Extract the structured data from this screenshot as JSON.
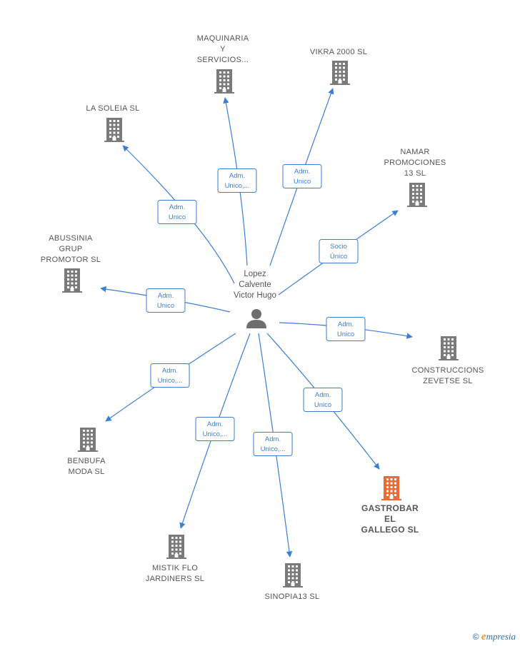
{
  "colors": {
    "edge": "#3a7fd5",
    "building": "#7a7a7a",
    "highlight": "#ef6a32",
    "person": "#6e6e6e"
  },
  "person": {
    "lines": [
      "Lopez",
      "Calvente",
      "Victor Hugo"
    ],
    "icon": "person-icon"
  },
  "companies": [
    {
      "id": "la-soleia",
      "lines": [
        "LA SOLEIA SL"
      ],
      "highlight": false
    },
    {
      "id": "maquinaria",
      "lines": [
        "MAQUINARIA",
        "Y",
        "SERVICIOS..."
      ],
      "highlight": false
    },
    {
      "id": "vikra",
      "lines": [
        "VIKRA 2000  SL"
      ],
      "highlight": false
    },
    {
      "id": "namar",
      "lines": [
        "NAMAR",
        "PROMOCIONES",
        "13  SL"
      ],
      "highlight": false
    },
    {
      "id": "abussinia",
      "lines": [
        "ABUSSINIA",
        "GRUP",
        "PROMOTOR SL"
      ],
      "highlight": false
    },
    {
      "id": "construccions",
      "lines": [
        "CONSTRUCCIONS",
        "ZEVETSE SL"
      ],
      "highlight": false
    },
    {
      "id": "benbufa",
      "lines": [
        "BENBUFA",
        "MODA  SL"
      ],
      "highlight": false
    },
    {
      "id": "gastrobar",
      "lines": [
        "GASTROBAR",
        "EL",
        "GALLEGO  SL"
      ],
      "highlight": true
    },
    {
      "id": "mistik",
      "lines": [
        "MISTIK FLO",
        "JARDINERS  SL"
      ],
      "highlight": false
    },
    {
      "id": "sinopia",
      "lines": [
        "SINOPIA13  SL"
      ],
      "highlight": false
    }
  ],
  "relations": [
    {
      "to": "la-soleia",
      "label": [
        "Adm.",
        "Unico"
      ]
    },
    {
      "to": "maquinaria",
      "label": [
        "Adm.",
        "Unico,..."
      ]
    },
    {
      "to": "vikra",
      "label": [
        "Adm.",
        "Unico"
      ]
    },
    {
      "to": "namar",
      "label": [
        "Socio",
        "Único"
      ]
    },
    {
      "to": "abussinia",
      "label": [
        "Adm.",
        "Unico"
      ]
    },
    {
      "to": "construccions",
      "label": [
        "Adm.",
        "Unico"
      ]
    },
    {
      "to": "benbufa",
      "label": [
        "Adm.",
        "Unico,..."
      ]
    },
    {
      "to": "gastrobar",
      "label": [
        "Adm.",
        "Unico"
      ]
    },
    {
      "to": "mistik",
      "label": [
        "Adm.",
        "Unico,..."
      ]
    },
    {
      "to": "sinopia",
      "label": [
        "Adm.",
        "Unico,..."
      ]
    }
  ],
  "footer": {
    "copyright": "©",
    "brand_initial": "e",
    "brand_rest": "mpresia"
  }
}
